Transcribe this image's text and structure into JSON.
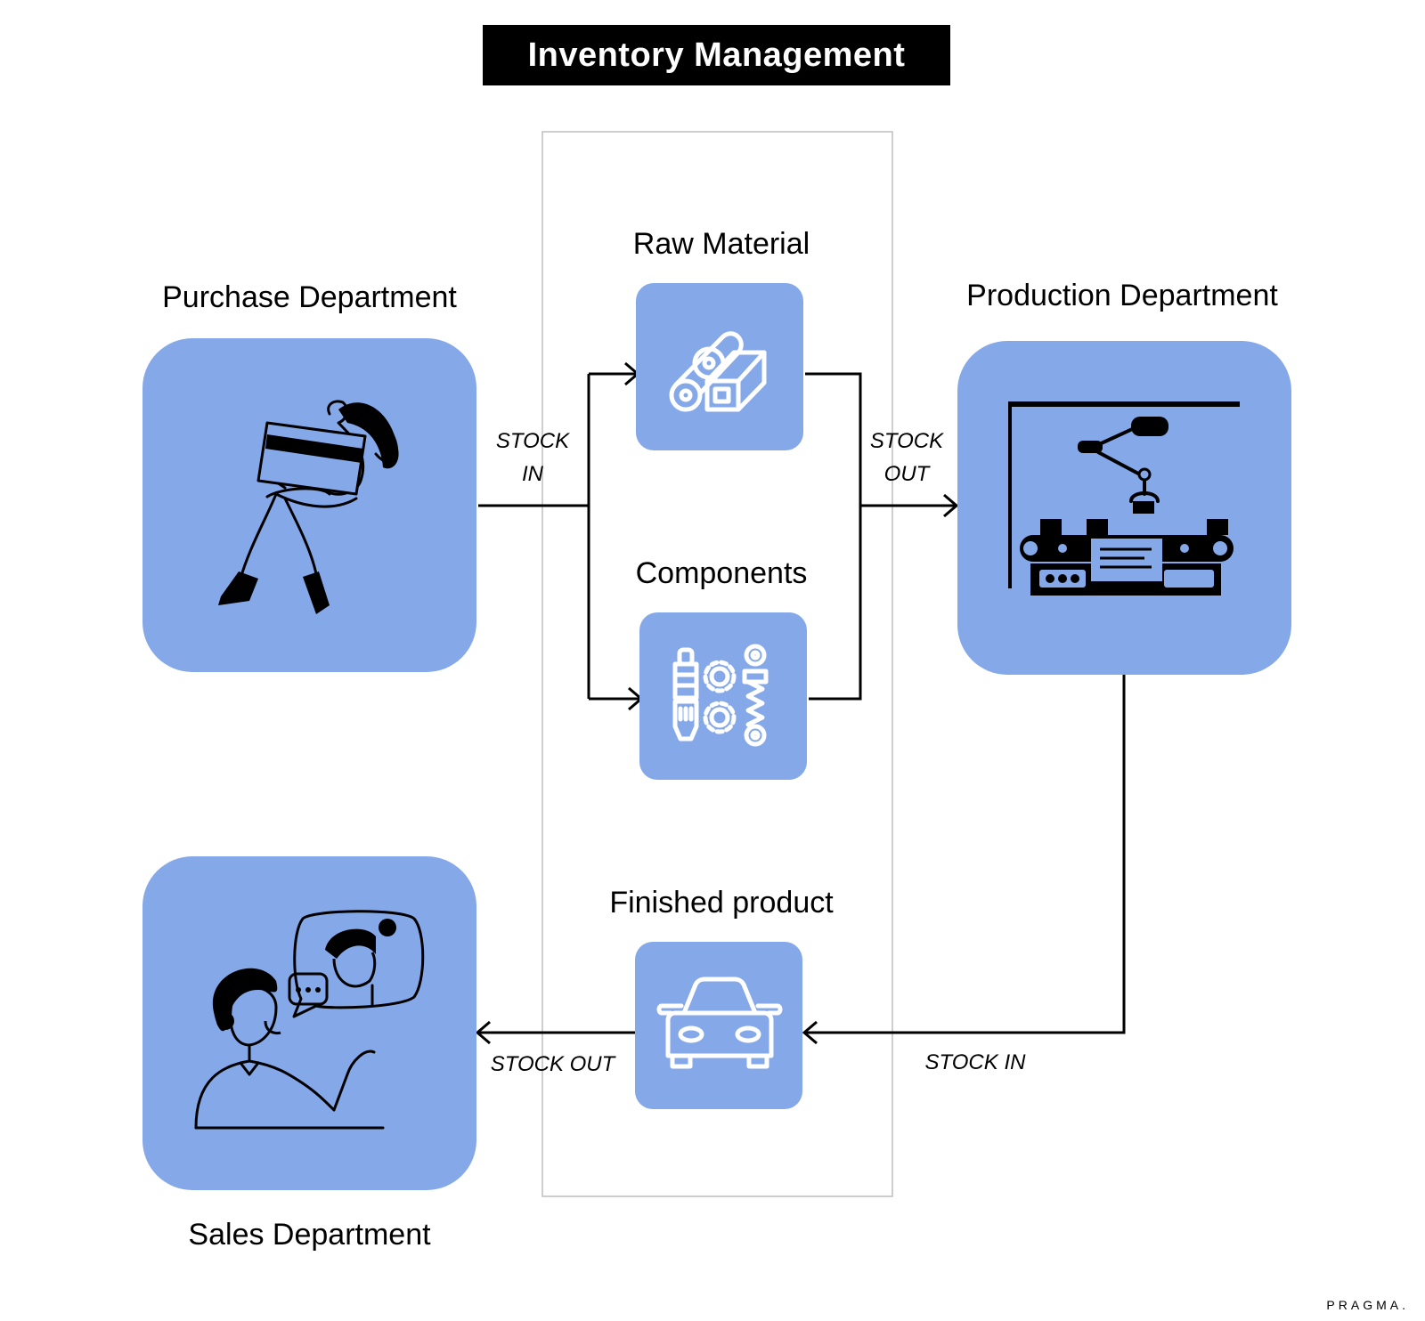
{
  "title": "Inventory Management",
  "departments": {
    "purchase": "Purchase Department",
    "production": "Production Department",
    "sales": "Sales Department"
  },
  "inventory_items": {
    "raw_material": "Raw Material",
    "components": "Components",
    "finished_product": "Finished product"
  },
  "flows": {
    "purchase_stock_in_line1": "STOCK",
    "purchase_stock_in_line2": "IN",
    "production_stock_out_line1": "STOCK",
    "production_stock_out_line2": "OUT",
    "sales_stock_out": "STOCK OUT",
    "finished_stock_in": "STOCK IN"
  },
  "brand": "PRAGMA.",
  "colors": {
    "box": "#85a8e9",
    "line": "#000000",
    "panel_border": "#bdbdbd"
  },
  "icons": [
    "woman-carrying-card-icon",
    "raw-material-icon",
    "components-icon",
    "factory-robot-icon",
    "car-icon",
    "customer-support-icon"
  ]
}
